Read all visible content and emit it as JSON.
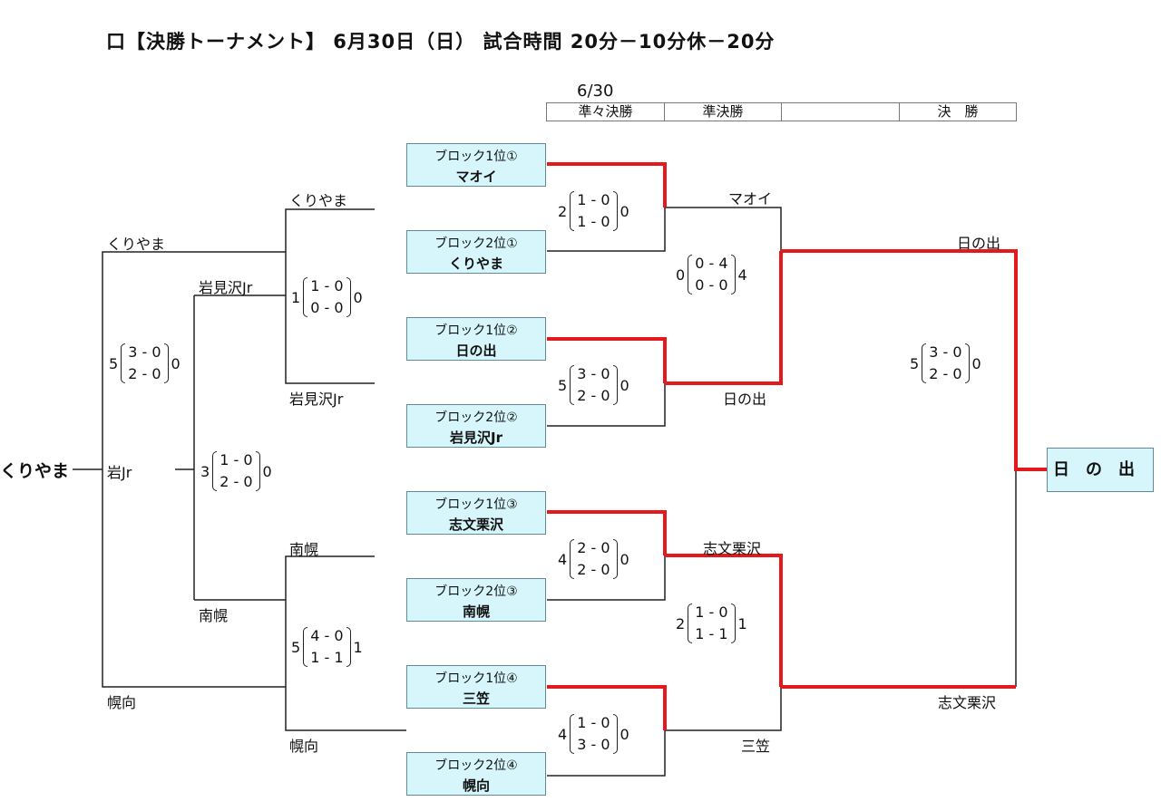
{
  "title": "口【決勝トーナメント】 6月30日（日） 試合時間  20分－10分休－20分",
  "header": {
    "date": "6/30",
    "rounds": [
      "準々決勝",
      "準決勝",
      "",
      "決　勝"
    ]
  },
  "entries": [
    {
      "seed": "ブロック1位①",
      "team": "マオイ"
    },
    {
      "seed": "ブロック2位①",
      "team": "くりやま"
    },
    {
      "seed": "ブロック1位②",
      "team": "日の出"
    },
    {
      "seed": "ブロック2位②",
      "team": "岩見沢Jr"
    },
    {
      "seed": "ブロック1位③",
      "team": "志文栗沢"
    },
    {
      "seed": "ブロック2位③",
      "team": "南幌"
    },
    {
      "seed": "ブロック1位④",
      "team": "三笠"
    },
    {
      "seed": "ブロック2位④",
      "team": "幌向"
    }
  ],
  "right_bracket": {
    "quarterfinals": [
      {
        "left": "2",
        "h1": "1 - 0",
        "h2": "1 - 0",
        "right": "0",
        "winner": "マオイ"
      },
      {
        "left": "5",
        "h1": "3 - 0",
        "h2": "2 - 0",
        "right": "0",
        "winner": "日の出"
      },
      {
        "left": "4",
        "h1": "2 - 0",
        "h2": "2 - 0",
        "right": "0",
        "winner": "志文栗沢"
      },
      {
        "left": "4",
        "h1": "1 - 0",
        "h2": "3 - 0",
        "right": "0",
        "winner": "三笠"
      }
    ],
    "semifinals": [
      {
        "left": "0",
        "h1": "0 - 4",
        "h2": "0 - 0",
        "right": "4",
        "winner": "日の出"
      },
      {
        "left": "2",
        "h1": "1 - 0",
        "h2": "1 - 1",
        "right": "1",
        "winner": "志文栗沢"
      }
    ],
    "final": {
      "left": "5",
      "h1": "3 - 0",
      "h2": "2 - 0",
      "right": "0"
    },
    "champion": "日の出"
  },
  "left_bracket": {
    "entry_labels": [
      "くりやま",
      "岩見沢Jr",
      "南幌",
      "幌向"
    ],
    "round1": [
      {
        "left": "1",
        "h1": "1 - 0",
        "h2": "0 - 0",
        "right": "0",
        "winner": "岩見沢Jr"
      },
      {
        "left": "5",
        "h1": "4 - 0",
        "h2": "1 - 1",
        "right": "1",
        "winner": "南幌"
      }
    ],
    "round2": [
      {
        "left": "5",
        "h1": "3 - 0",
        "h2": "2 - 0",
        "right": "0",
        "top": "くりやま",
        "bottom": "幌向"
      },
      {
        "left": "3",
        "h1": "1 - 0",
        "h2": "2 - 0",
        "right": "0"
      }
    ],
    "semi_winner": "岩Jr",
    "champion": "くりやま"
  },
  "colors": {
    "winner_line": "#e3191c",
    "box_fill": "#d6f6fb",
    "line": "#222222"
  }
}
